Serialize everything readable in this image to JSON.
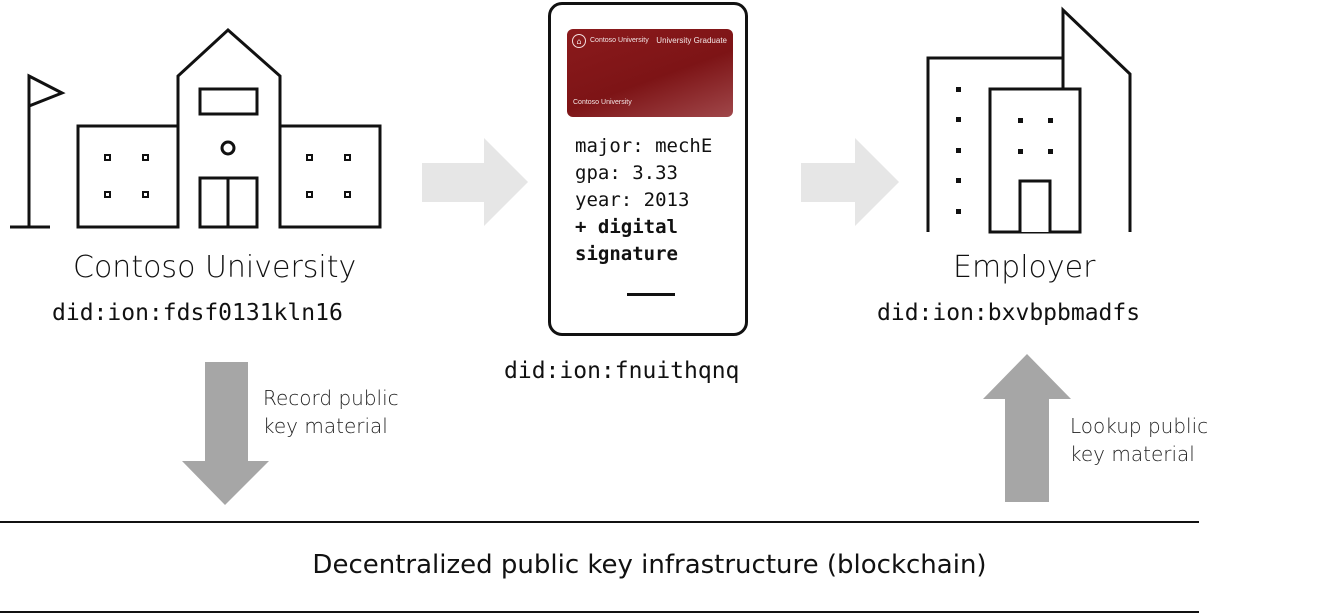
{
  "issuer": {
    "name": "Contoso University",
    "did": "did:ion:fdsf0131kln16",
    "icon": "school-building-icon"
  },
  "holder": {
    "did": "did:ion:fnuithqnq",
    "icon": "phone-wallet-icon",
    "card": {
      "issuer_label": "Contoso University",
      "title": "University Graduate",
      "footer": "Contoso University",
      "color": "#8b1a1c"
    },
    "claims": {
      "major": "major: mechE",
      "gpa": "gpa: 3.33",
      "year": "year: 2013",
      "signature_line1": "+ digital",
      "signature_line2": "signature"
    }
  },
  "verifier": {
    "name": "Employer",
    "did": "did:ion:bxvbpbmadfs",
    "icon": "office-buildings-icon"
  },
  "actions": {
    "record": {
      "line1": "Record public",
      "line2": "key material"
    },
    "lookup": {
      "line1": "Lookup public",
      "line2": "key material"
    }
  },
  "infrastructure": {
    "label": "Decentralized public key infrastructure (blockchain)"
  },
  "colors": {
    "flow_arrow": "#e6e6e6",
    "vertical_arrow": "#a6a6a6",
    "line": "#111111"
  }
}
